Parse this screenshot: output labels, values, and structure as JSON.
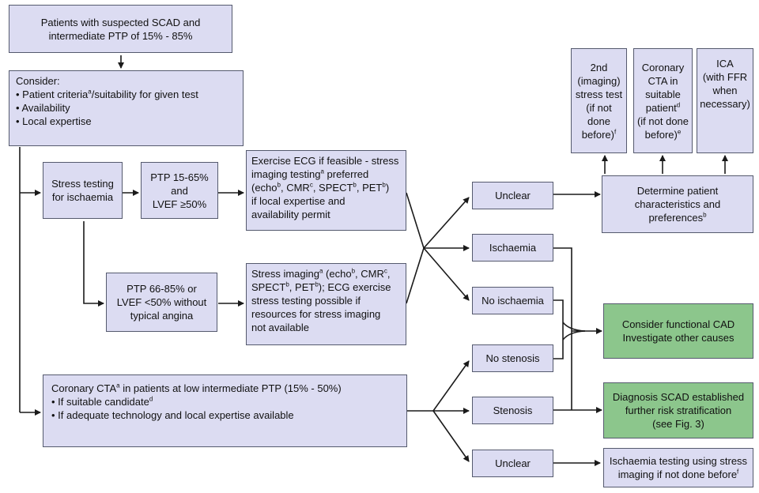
{
  "boxes": {
    "start": {
      "lines": [
        "Patients with suspected SCAD and",
        "intermediate PTP of 15% - 85%"
      ]
    },
    "consider": {
      "title": "Consider:",
      "bullets": [
        {
          "text": "• Patient criteria",
          "sup": "a",
          "tail": "/suitability for given test"
        },
        {
          "text": "• Availability"
        },
        {
          "text": "• Local expertise"
        }
      ]
    },
    "stress_testing": {
      "lines": [
        "Stress testing",
        "for ischaemia"
      ]
    },
    "ptp_15_65": {
      "lines": [
        "PTP 15-65%",
        "and",
        "LVEF ≥50%"
      ]
    },
    "exercise_ecg": {
      "lines": [
        [
          {
            "t": "Exercise ECG if feasible - stress"
          }
        ],
        [
          {
            "t": "imaging testing"
          },
          {
            "s": "a"
          },
          {
            "t": " preferred"
          }
        ],
        [
          {
            "t": "(echo"
          },
          {
            "s": "b"
          },
          {
            "t": ", CMR"
          },
          {
            "s": "c"
          },
          {
            "t": ", SPECT"
          },
          {
            "s": "b"
          },
          {
            "t": ", PET"
          },
          {
            "s": "b"
          },
          {
            "t": ")"
          }
        ],
        [
          {
            "t": "if local expertise and"
          }
        ],
        [
          {
            "t": "availability permit"
          }
        ]
      ]
    },
    "ptp_66_85": {
      "lines": [
        "PTP 66-85% or",
        "LVEF <50% without",
        "typical angina"
      ]
    },
    "stress_imaging": {
      "lines": [
        [
          {
            "t": "Stress imaging"
          },
          {
            "s": "a"
          },
          {
            "t": " (echo"
          },
          {
            "s": "b"
          },
          {
            "t": ", CMR"
          },
          {
            "s": "c"
          },
          {
            "t": ","
          }
        ],
        [
          {
            "t": "SPECT"
          },
          {
            "s": "b"
          },
          {
            "t": ", PET"
          },
          {
            "s": "b"
          },
          {
            "t": "); ECG exercise"
          }
        ],
        [
          {
            "t": "stress testing possible if"
          }
        ],
        [
          {
            "t": "resources for stress imaging"
          }
        ],
        [
          {
            "t": "not available"
          }
        ]
      ]
    },
    "coronary_cta": {
      "lines": [
        [
          {
            "t": "Coronary CTA"
          },
          {
            "s": "a"
          },
          {
            "t": " in patients at low intermediate PTP (15% - 50%)"
          }
        ],
        [
          {
            "t": "• If suitable candidate"
          },
          {
            "s": "d"
          }
        ],
        [
          {
            "t": "• If adequate technology and local expertise available"
          }
        ]
      ]
    },
    "unclear_1": {
      "label": "Unclear"
    },
    "ischaemia": {
      "label": "Ischaemia"
    },
    "no_ischaemia": {
      "label": "No ischaemia"
    },
    "no_stenosis": {
      "label": "No stenosis"
    },
    "stenosis": {
      "label": "Stenosis"
    },
    "unclear_2": {
      "label": "Unclear"
    },
    "second_stress": {
      "lines": [
        [
          {
            "t": "2nd"
          }
        ],
        [
          {
            "t": "(imaging)"
          }
        ],
        [
          {
            "t": "stress test"
          }
        ],
        [
          {
            "t": "(if not"
          }
        ],
        [
          {
            "t": "done"
          }
        ],
        [
          {
            "t": "before)"
          },
          {
            "s": "f"
          }
        ]
      ]
    },
    "coronary_cta_suitable": {
      "lines": [
        [
          {
            "t": "Coronary"
          }
        ],
        [
          {
            "t": "CTA in"
          }
        ],
        [
          {
            "t": "suitable"
          }
        ],
        [
          {
            "t": "patient"
          },
          {
            "s": "d"
          }
        ],
        [
          {
            "t": "(if not done"
          }
        ],
        [
          {
            "t": "before)"
          },
          {
            "s": "e"
          }
        ]
      ]
    },
    "ica": {
      "lines": [
        [
          {
            "t": "ICA"
          }
        ],
        [
          {
            "t": "(with FFR"
          }
        ],
        [
          {
            "t": "when"
          }
        ],
        [
          {
            "t": "necessary)"
          }
        ]
      ]
    },
    "determine": {
      "lines": [
        [
          {
            "t": "Determine patient"
          }
        ],
        [
          {
            "t": "characteristics and"
          }
        ],
        [
          {
            "t": "preferences"
          },
          {
            "s": "b"
          }
        ]
      ]
    },
    "functional_cad": {
      "lines": [
        "Consider functional CAD",
        "Investigate other causes"
      ]
    },
    "diagnosis_scad": {
      "lines": [
        "Diagnosis SCAD established",
        "further risk stratification",
        "(see Fig. 3)"
      ]
    },
    "ischaemia_testing": {
      "lines": [
        [
          {
            "t": "Ischaemia testing using stress"
          }
        ],
        [
          {
            "t": "imaging if not done before"
          },
          {
            "s": "f"
          }
        ]
      ]
    }
  },
  "colors": {
    "box_fill": "#dcdcf2",
    "green_fill": "#8cc68c",
    "border": "#555a6e",
    "arrow": "#1a1a1a"
  }
}
